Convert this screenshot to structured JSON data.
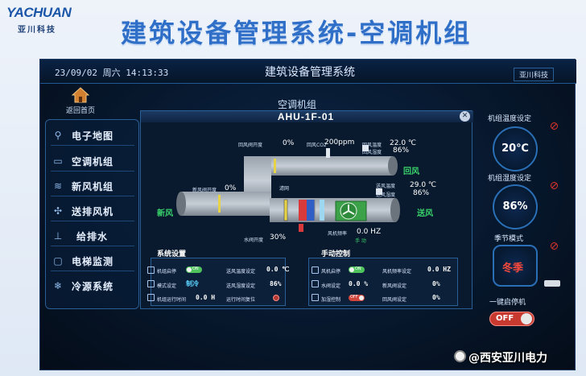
{
  "banner": {
    "logo_text": "YACHUAN",
    "logo_sub": "亚川科技",
    "title": "建筑设备管理系统-空调机组"
  },
  "header": {
    "datetime": "23/09/02 周六 14:13:33",
    "title": "建筑设备管理系统",
    "brand": "亚川科技"
  },
  "nav": {
    "home_label": "返回首页",
    "items": [
      {
        "label": "电子地图",
        "icon": "map-pin-icon"
      },
      {
        "label": "空调机组",
        "icon": "ac-unit-icon"
      },
      {
        "label": "新风机组",
        "icon": "fresh-air-icon"
      },
      {
        "label": "送排风机",
        "icon": "fan-icon"
      },
      {
        "label": "给排水",
        "icon": "water-icon"
      },
      {
        "label": "电梯监测",
        "icon": "elevator-icon"
      },
      {
        "label": "冷源系统",
        "icon": "snowflake-icon"
      }
    ]
  },
  "panel": {
    "subtitle": "空调机组",
    "title": "AHU-1F-01",
    "close": "✕",
    "labels": {
      "return_damper": "回风阀开度",
      "co2": "回风CO2",
      "return_temp": "回风温度",
      "return_hum": "回风湿度",
      "return_air": "回风",
      "fresh_damper": "新风阀开度",
      "filter": "滤网",
      "supply_temp": "送风温度",
      "supply_hum": "送风湿度",
      "fresh_air": "新风",
      "supply_air": "送风",
      "water_valve": "水阀开度",
      "fan_freq": "风机频率",
      "mode": "手 动"
    },
    "values": {
      "return_damper": "0%",
      "co2": "200ppm",
      "return_temp": "22.0 ℃",
      "return_hum": "86%",
      "fresh_damper": "0%",
      "supply_temp": "29.0 ℃",
      "supply_hum": "86%",
      "water_valve": "30%",
      "fan_freq": "0.0 HZ"
    }
  },
  "system_settings": {
    "title": "系统设置",
    "unit_start_stop": "机组启停",
    "toggle_text": "ON",
    "mode_label": "模式设定",
    "mode_value": "制冷",
    "runtime_label": "机组运行时间",
    "runtime_value": "0.0 H",
    "supply_temp_label": "送风温度设定",
    "supply_temp_value": "0.0 ℃",
    "supply_hum_label": "送风湿度设定",
    "supply_hum_value": "86%",
    "runtime_reset_label": "运行时间复位"
  },
  "manual_control": {
    "title": "手动控制",
    "fan_start_stop": "风机启停",
    "toggle_text": "ON",
    "water_valve_label": "水阀设定",
    "water_valve_value": "0.0 %",
    "humidify_label": "加湿控制",
    "humidify_toggle": "OFF",
    "fan_freq_label": "风机频率设定",
    "fan_freq_value": "0.0 HZ",
    "fresh_damper_label": "新风阀设定",
    "fresh_damper_value": "0%",
    "return_damper_label": "回风阀设定",
    "return_damper_value": "0%"
  },
  "right": {
    "unit_temp_label": "机组温度设定",
    "unit_temp_value": "20℃",
    "unit_hum_label": "机组湿度设定",
    "unit_hum_value": "86%",
    "season_label": "季节模式",
    "season_value": "冬季",
    "one_key_label": "一键启停机",
    "one_key_value": "OFF"
  },
  "watermark": "@西安亚川电力",
  "colors": {
    "screen_bg": "#061528",
    "accent_blue": "#2a5e96",
    "ok_green": "#39d36b",
    "alert_red": "#e0352b"
  }
}
